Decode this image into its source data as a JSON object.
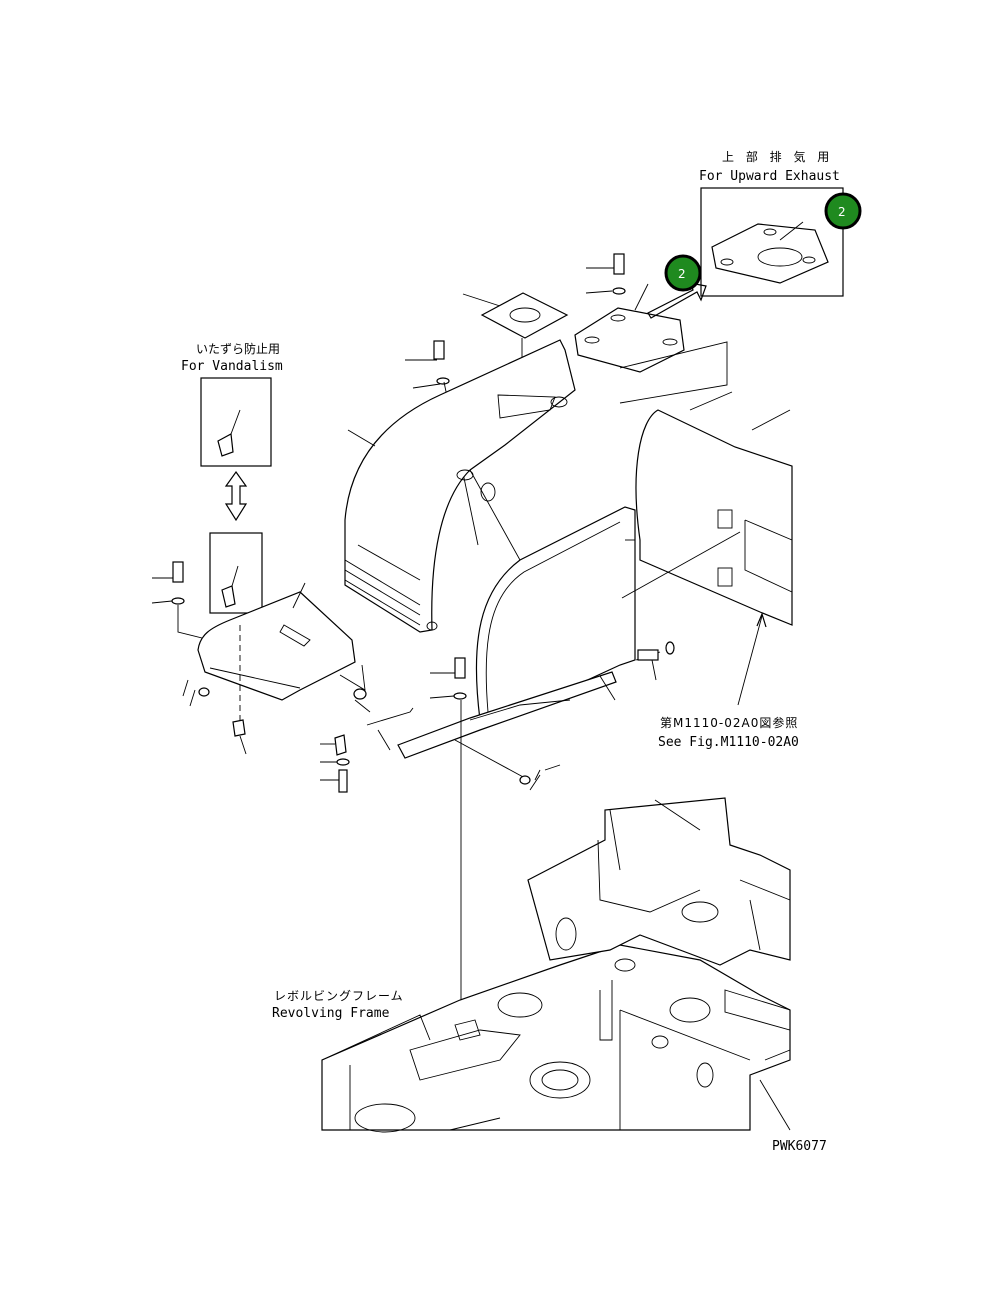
{
  "labels": {
    "upward_exhaust_jp": "上 部 排 気 用",
    "upward_exhaust_en": "For Upward Exhaust",
    "vandalism_jp": "いたずら防止用",
    "vandalism_en": "For Vandalism",
    "see_fig_jp": "第M1110-02A0図参照",
    "see_fig_en": "See Fig.M1110-02A0",
    "revolving_frame_jp": "レボルビングフレーム",
    "revolving_frame_en": "Revolving Frame",
    "figure_code": "PWK6077"
  },
  "callouts": {
    "badge_main": "2",
    "badge_inset": "2"
  },
  "colors": {
    "badge": "#1f8a1f",
    "line": "#000000",
    "background": "#ffffff"
  }
}
